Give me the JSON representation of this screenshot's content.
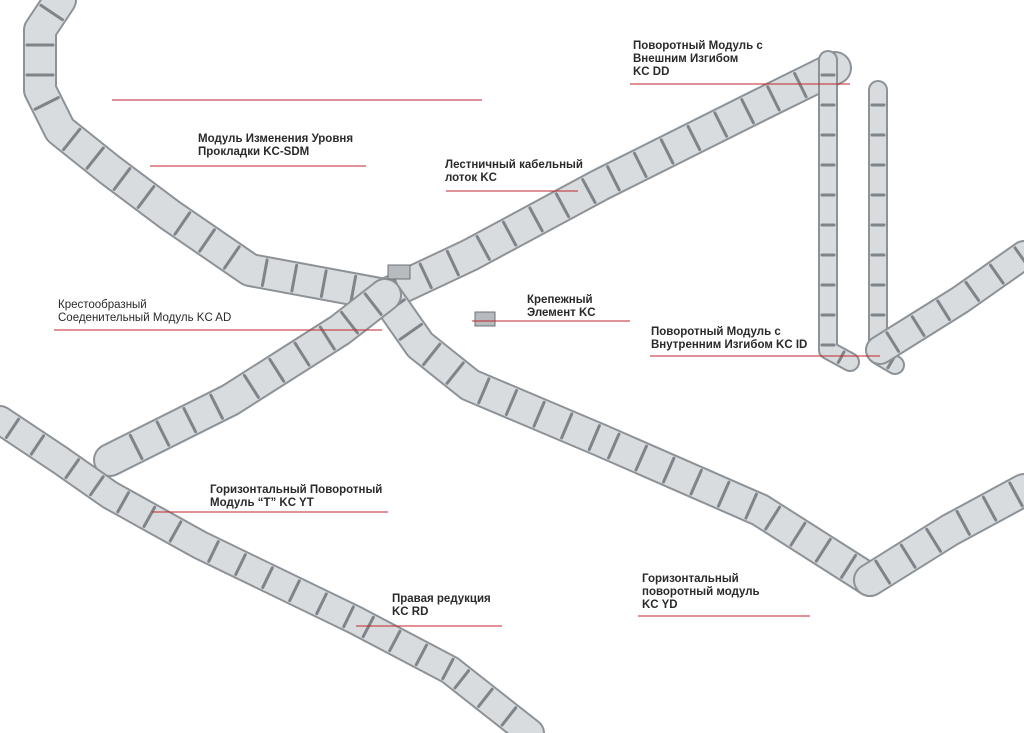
{
  "labels": {
    "sdm": {
      "line1": "Модуль Изменения Уровня",
      "line2": "Прокладки KC-SDM"
    },
    "dd": {
      "line1": "Поворотный Модуль с",
      "line2": "Внешним Изгибом",
      "line3": "KC DD"
    },
    "kc": {
      "line1": "Лестничный кабельный",
      "line2": "лоток KC"
    },
    "ad": {
      "line1": "Крестообразный",
      "line2": "Соеденительный Модуль KC AD"
    },
    "fix": {
      "line1": "Крепежный",
      "line2": "Элемент KC"
    },
    "id": {
      "line1": "Поворотный Модуль с",
      "line2": "Внутренним Изгибом KC ID"
    },
    "yt": {
      "line1": "Горизонтальный Поворотный",
      "line2": "Модуль “T” KC YT"
    },
    "rd": {
      "line1": "Правая редукция",
      "line2": "KC RD"
    },
    "yd": {
      "line1": "Горизонтальный",
      "line2": "поворотный модуль",
      "line3": "KC YD"
    }
  },
  "colors": {
    "leader": "#c0262c",
    "tray_steel": "#8d9297",
    "tray_highlight": "#d9dcdf",
    "text": "#2a2a2a"
  }
}
